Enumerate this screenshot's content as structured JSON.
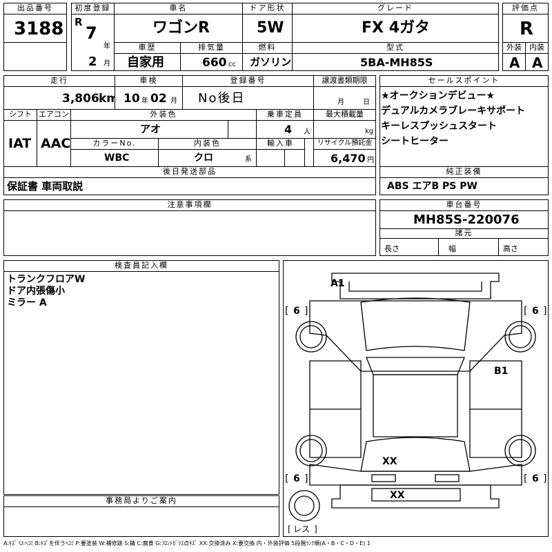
{
  "lot": {
    "label": "出品番号",
    "value": "3188"
  },
  "first_reg": {
    "label": "初度登録",
    "era": "R",
    "year": "7",
    "year_unit": "年",
    "month": "2",
    "month_unit": "月"
  },
  "car_name": {
    "label": "車名",
    "value": "ワゴンR"
  },
  "door": {
    "label": "ドア形状",
    "value": "5W"
  },
  "grade": {
    "label": "グレード",
    "value": "FX 4ガタ"
  },
  "score": {
    "label": "評価点",
    "value": "R"
  },
  "history": {
    "label": "車歴",
    "value": "自家用"
  },
  "displacement": {
    "label": "排気量",
    "value": "660",
    "unit": "cc"
  },
  "fuel": {
    "label": "燃料",
    "value": "ガソリン"
  },
  "model": {
    "label": "型式",
    "value": "5BA-MH85S"
  },
  "exterior_grade": {
    "label": "外装",
    "value": "A"
  },
  "interior_grade": {
    "label": "内装",
    "value": "A"
  },
  "mileage": {
    "label": "走行",
    "value": "3,806",
    "unit": "km"
  },
  "inspection": {
    "label": "車検",
    "year": "10",
    "year_unit": "年",
    "month": "02",
    "month_unit": "月"
  },
  "registration": {
    "label": "登録番号",
    "value": "No後日"
  },
  "transfer_doc": {
    "label": "譲渡書類期限",
    "month_unit": "月",
    "day_unit": "日"
  },
  "sales_points": {
    "label": "セールスポイント",
    "items": [
      "★オークションデビュー★",
      "デュアルカメラブレーキサポート",
      "キーレスプッシュスタート",
      "シートヒーター"
    ]
  },
  "shift": {
    "label": "シフト",
    "value": "IAT"
  },
  "aircon": {
    "label": "エアコン",
    "value": "AAC"
  },
  "color": {
    "label": "外装色",
    "value": "アオ"
  },
  "capacity": {
    "label": "乗車定員",
    "value": "4",
    "unit": "人"
  },
  "max_load": {
    "label": "最大積載量",
    "unit": "kg"
  },
  "color_no": {
    "label": "カラーNo.",
    "value": "WBC"
  },
  "interior_color": {
    "label": "内装色",
    "value": "クロ",
    "unit": "系"
  },
  "import": {
    "label": "輸入車"
  },
  "recycle": {
    "label": "リサイクル預託金",
    "value": "6,470",
    "unit": "円"
  },
  "later_parts": {
    "label": "後日発送部品",
    "value": "保証書 車両取説"
  },
  "equipment": {
    "label": "純正装備",
    "value": "ABS エアB PS PW"
  },
  "notes": {
    "label": "注意事項欄"
  },
  "chassis": {
    "label": "車台番号",
    "value": "MH85S-220076"
  },
  "specs": {
    "label": "諸元",
    "length": "長さ",
    "width": "幅",
    "height": "高さ"
  },
  "inspector": {
    "label": "検査員記入欄",
    "lines": [
      "トランクフロアW",
      "ドア内張傷小",
      "ミラー A"
    ]
  },
  "office": {
    "label": "事務局よりご案内"
  },
  "diagram": {
    "a1": "A1",
    "b1": "B1",
    "xx1": "XX",
    "xx2": "XX",
    "tire": "6",
    "spare": "レス"
  },
  "legend": "A:ｷｽﾞ U:ﾍｺﾐ B:ｷｽﾞを伴うﾍｺﾐ P:要塗装 W:補修跡 S:錆 C:腐食 G:ﾌﾛﾝﾄｶﾞﾗｽ点ｷｽﾞ XX:交換済み X:要交換 内・外装評価 5段階ﾗﾝｸ順(A・B・C・D・E) 1"
}
